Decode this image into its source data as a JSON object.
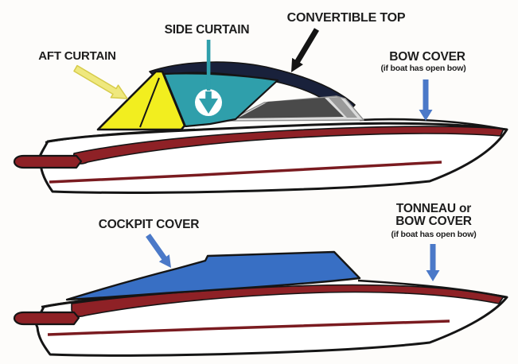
{
  "diagram": {
    "description": "Boat cover types diagram with two boat side views",
    "labels": {
      "aft_curtain": "AFT CURTAIN",
      "side_curtain": "SIDE CURTAIN",
      "convertible_top": "CONVERTIBLE TOP",
      "bow_cover": "BOW COVER",
      "bow_cover_note": "(if boat has open bow)",
      "cockpit_cover": "COCKPIT COVER",
      "tonneau_line1": "TONNEAU or",
      "tonneau_line2": "BOW COVER",
      "tonneau_note": "(if boat has open bow)"
    },
    "icons": {
      "side_curtain_marker": "circle-down-arrow"
    },
    "colors": {
      "background": "#FDFCFA",
      "outline": "#151515",
      "hull_white": "#FFFFFF",
      "hull_stripe_maroon": "#8E2126",
      "hull_pinstripe": "#7A1B20",
      "aft_curtain_yellow": "#F2EE1F",
      "side_curtain_teal": "#2F9FAB",
      "convertible_top_navy": "#19213B",
      "cockpit_cover_blue": "#386FC4",
      "arrow_blue": "#4B79C8",
      "arrow_yellow_fill": "#EFE87E",
      "arrow_yellow_edge": "#D6CB4A",
      "arrow_black": "#141414",
      "windshield_frame": "#DCDCDC",
      "windshield_glass": "#4A4A4A",
      "windshield_glass_light": "#9A9A9A",
      "icon_circle_white": "#FFFFFF",
      "label_text": "#1D1D1D"
    }
  }
}
